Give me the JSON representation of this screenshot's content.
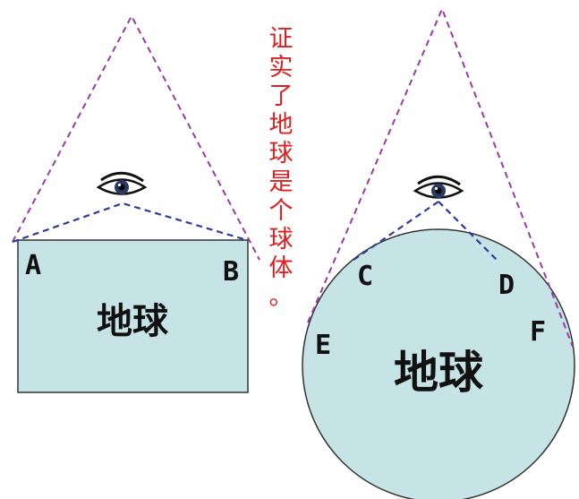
{
  "colors": {
    "earth_fill": "#c6e3e6",
    "earth_stroke": "#333333",
    "dash_purple": "#9a3aa6",
    "dash_blue": "#303a9c",
    "caption_red": "#e02020",
    "point_label": "#111111"
  },
  "flat_earth": {
    "shape_label": "地球",
    "points": {
      "a": "A",
      "b": "B"
    }
  },
  "round_earth": {
    "shape_label": "地球",
    "points": {
      "c": "C",
      "d": "D",
      "e": "E",
      "f": "F"
    }
  },
  "eye_icon": "eye-icon",
  "caption": {
    "chars": [
      "证",
      "实",
      "了",
      "地",
      "球",
      "是",
      "个",
      "球",
      "体",
      "。"
    ]
  }
}
